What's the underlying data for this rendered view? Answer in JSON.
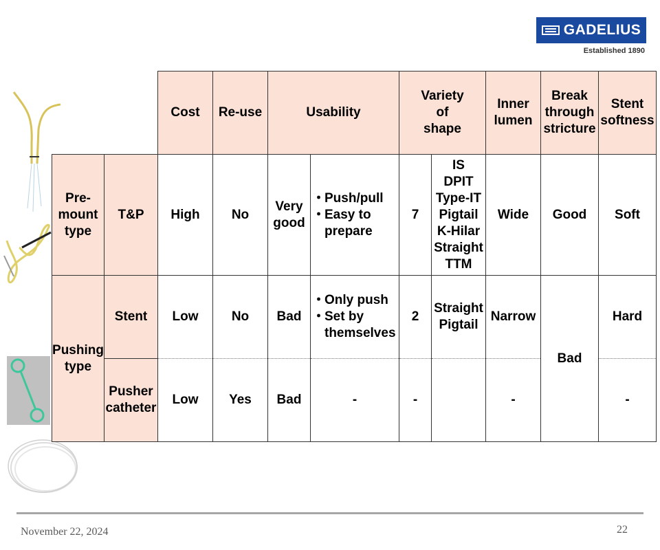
{
  "logo": {
    "name": "GADELIUS",
    "established": "Established 1890"
  },
  "icons": {
    "logo_mark": "gadelius-logo-mark-icon"
  },
  "colors": {
    "header_bg": "#fbe1d6",
    "logo_bg": "#1a4aa0",
    "footer_line": "#a6a6a6"
  },
  "table": {
    "headers": {
      "cost": "Cost",
      "reuse": "Re-use",
      "usability": "Usability",
      "variety": [
        "Variety",
        "of",
        "shape"
      ],
      "inner_lumen": [
        "Inner",
        "lumen"
      ],
      "break_through": [
        "Break",
        "through",
        "stricture"
      ],
      "stent_softness": [
        "Stent",
        "softness"
      ]
    },
    "groups": {
      "premount": [
        "Pre-",
        "mount",
        "type"
      ],
      "pushing": [
        "Pushing",
        "type"
      ]
    },
    "rows": {
      "tp": {
        "label": "T&P",
        "cost": "High",
        "reuse": "No",
        "usability_rating": [
          "Very",
          "good"
        ],
        "usability_notes": [
          "Push/pull",
          "Easy to prepare"
        ],
        "variety_count": "7",
        "shapes": [
          "IS",
          "DPIT",
          "Type-IT",
          "Pigtail",
          "K-Hilar",
          "Straight",
          "TTM"
        ],
        "inner_lumen": "Wide",
        "break_through": "Good",
        "softness": "Soft"
      },
      "stent": {
        "label": "Stent",
        "cost": "Low",
        "reuse": "No",
        "usability_rating": "Bad",
        "usability_notes": [
          "Only push",
          "Set by themselves"
        ],
        "variety_count": "2",
        "shapes": [
          "Straight",
          "Pigtail"
        ],
        "inner_lumen": "Narrow",
        "break_through": "Bad",
        "softness": "Hard"
      },
      "pusher": {
        "label": [
          "Pusher",
          "catheter"
        ],
        "cost": "Low",
        "reuse": "Yes",
        "usability_rating": "Bad",
        "usability_notes": "-",
        "variety_count": "-",
        "inner_lumen": "-",
        "softness": "-"
      }
    }
  },
  "footer": {
    "date": "November 22, 2024",
    "page": "22"
  }
}
